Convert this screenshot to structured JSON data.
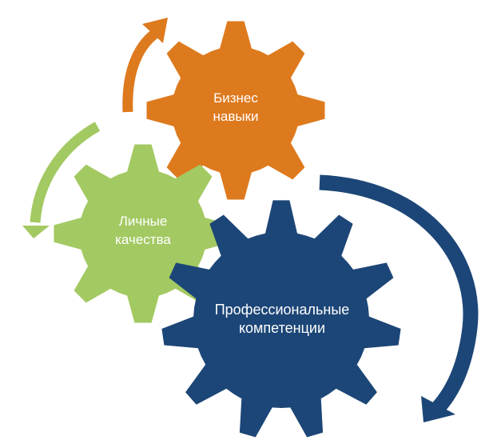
{
  "diagram": {
    "gears": [
      {
        "id": "business",
        "lines": [
          "Бизнес",
          "навыки"
        ],
        "color": "#DE7A1E"
      },
      {
        "id": "personal",
        "lines": [
          "Личные",
          "качества"
        ],
        "color": "#A3C962"
      },
      {
        "id": "professional",
        "lines": [
          "Профессиональные",
          "компетенции"
        ],
        "color": "#1C4677"
      }
    ],
    "arrows": [
      {
        "id": "orange-arrow",
        "color": "#DE7A1E"
      },
      {
        "id": "green-arrow",
        "color": "#A3C962"
      },
      {
        "id": "blue-arrow",
        "color": "#1C4677"
      }
    ]
  }
}
